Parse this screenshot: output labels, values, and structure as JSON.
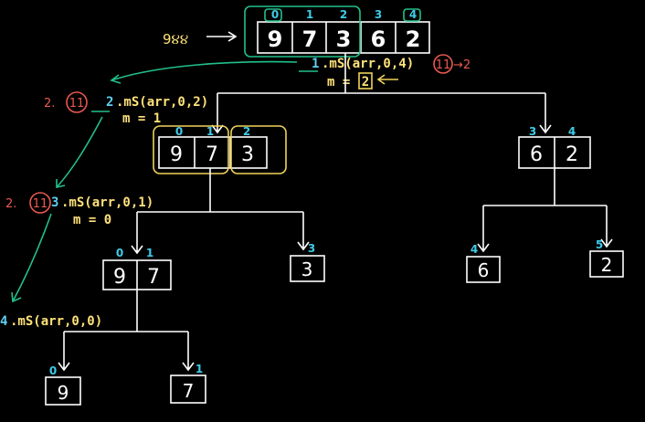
{
  "handwritten_note": "9૪૪",
  "top_array": {
    "values": [
      "9",
      "7",
      "3",
      "6",
      "2"
    ],
    "indices": [
      "0",
      "1",
      "2",
      "3",
      "4"
    ]
  },
  "calls": [
    {
      "num": "1",
      "text": ".mS(arr,0,4)",
      "mid": "m =",
      "mid_val": "2"
    },
    {
      "num": "2",
      "text": ".mS(arr,0,2)",
      "mid": "m = 1"
    },
    {
      "num": "3",
      "text": ".mS(arr,0,1)",
      "mid": "m = 0"
    },
    {
      "num": "4",
      "text": ".mS(arr,0,0)"
    }
  ],
  "step_labels": [
    "2.",
    "2."
  ],
  "circled": [
    "11",
    "11",
    "11"
  ],
  "note_right": "→2",
  "left_sub": {
    "values": [
      "9",
      "7",
      "3"
    ],
    "indices": [
      "0",
      "1",
      "2"
    ]
  },
  "right_sub": {
    "values": [
      "6",
      "2"
    ],
    "indices": [
      "3",
      "4"
    ]
  },
  "level2_left": {
    "values": [
      "9",
      "7"
    ],
    "indices": [
      "0",
      "1"
    ]
  },
  "level2_mid": {
    "values": [
      "3"
    ],
    "indices": [
      "3"
    ]
  },
  "level2_r1": {
    "values": [
      "6"
    ],
    "indices": [
      "4"
    ]
  },
  "level2_r2": {
    "values": [
      "2"
    ],
    "indices": [
      "5"
    ]
  },
  "leaf_a": {
    "values": [
      "9"
    ],
    "indices": [
      "0"
    ]
  },
  "leaf_b": {
    "values": [
      "7"
    ],
    "indices": [
      "1"
    ]
  }
}
